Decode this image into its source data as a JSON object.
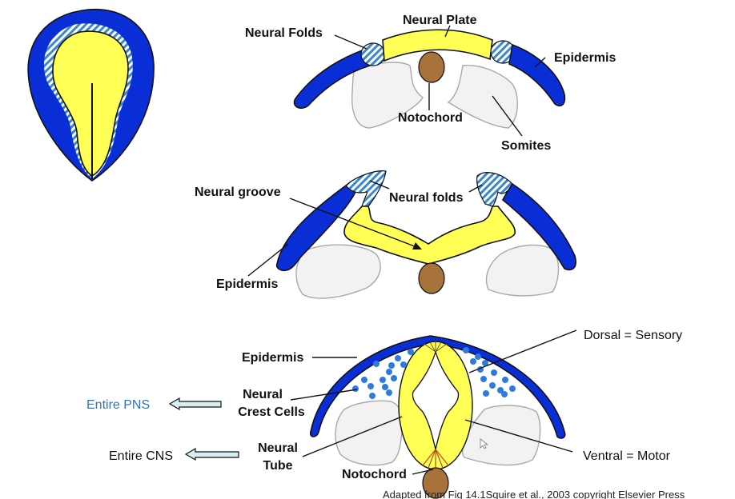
{
  "title": "Neural tube formation (neurulation) diagram",
  "colors": {
    "epidermis": "#0a2ed6",
    "neural_plate": "#ffff55",
    "neural_fold_stripe": "#3a86d0",
    "notochord": "#a8733a",
    "somite": "#f2f2f2",
    "neural_crest": "#2e7be0",
    "arrow_fill": "#d6eef2",
    "pns_text": "#2e74b5"
  },
  "panel_top_view": {
    "description": "Dorsal view of embryo with neural plate"
  },
  "panel_stage1": {
    "labels": {
      "neural_plate": "Neural Plate",
      "neural_folds": "Neural Folds",
      "epidermis": "Epidermis",
      "notochord": "Notochord",
      "somites": "Somites"
    }
  },
  "panel_stage2": {
    "labels": {
      "neural_groove": "Neural groove",
      "neural_folds": "Neural folds",
      "epidermis": "Epidermis"
    }
  },
  "panel_stage3": {
    "labels": {
      "epidermis": "Epidermis",
      "neural_crest_line1": "Neural",
      "neural_crest_line2": "Crest Cells",
      "neural_tube_line1": "Neural",
      "neural_tube_line2": "Tube",
      "notochord": "Notochord",
      "dorsal": "Dorsal = Sensory",
      "ventral": "Ventral = Motor"
    },
    "outcomes": {
      "pns": "Entire PNS",
      "cns": "Entire CNS"
    }
  },
  "caption": "Adapted from Fig 14.1Squire et al., 2003 copyright Elsevier Press"
}
